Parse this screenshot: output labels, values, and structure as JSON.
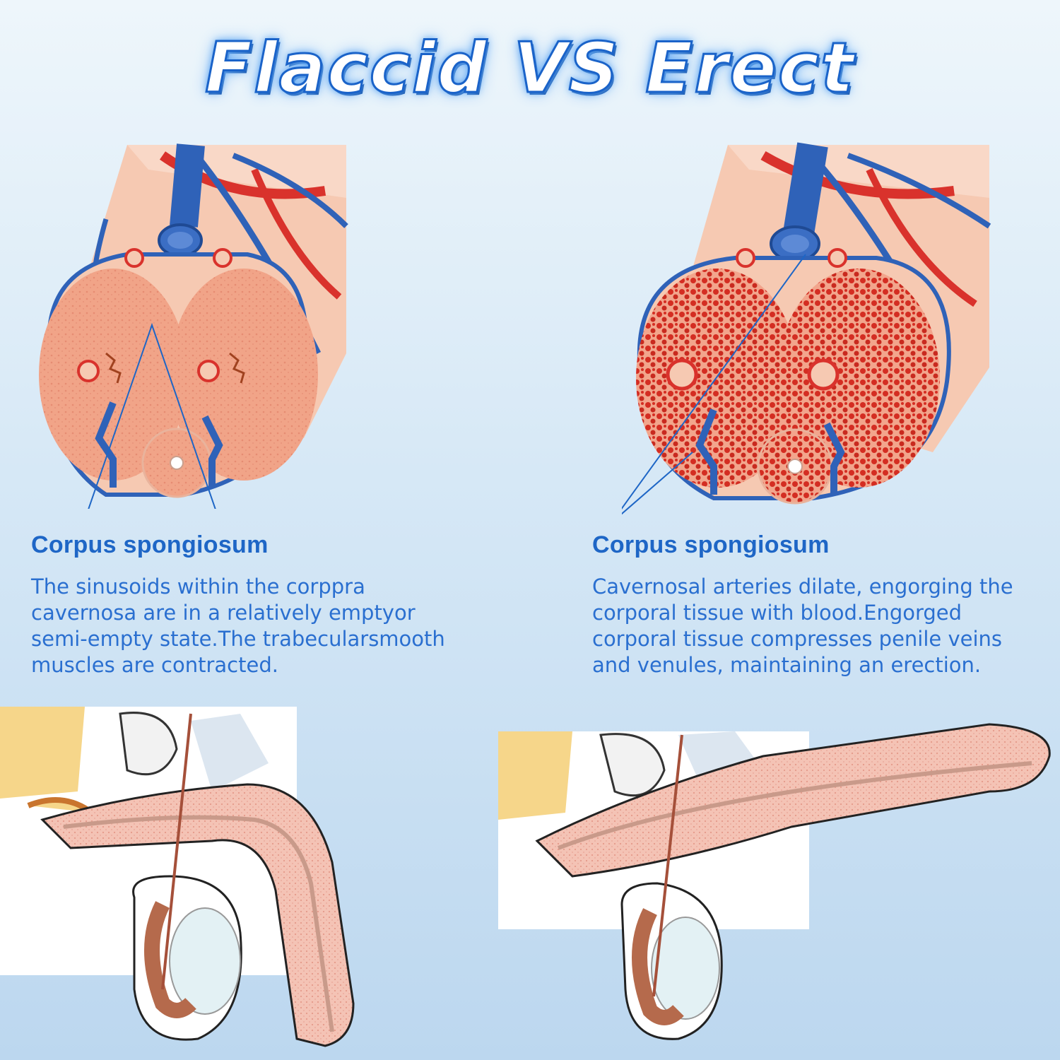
{
  "title": "Flaccid VS Erect",
  "left": {
    "label": "Corpus spongiosum",
    "lines": [
      "The sinusoids within the corppra",
      "cavernosa are in a relatively emptyor",
      "semi-empty state.The trabecularsmooth",
      "muscles are contracted."
    ]
  },
  "right": {
    "label": "Corpus spongiosum",
    "lines": [
      "Cavernosal arteries dilate, engorging the",
      "corporal tissue with blood.Engorged",
      "corporal tissue compresses penile veins",
      "and venules, maintaining an erection."
    ]
  },
  "colors": {
    "title_fill": "#ffffff",
    "title_stroke": "#1a63c9",
    "text_blue": "#2a6fd0",
    "vein_blue": "#2f62b8",
    "artery_red": "#d9322c",
    "tissue_pink": "#f2a58c",
    "blood_red": "#d42d22"
  }
}
